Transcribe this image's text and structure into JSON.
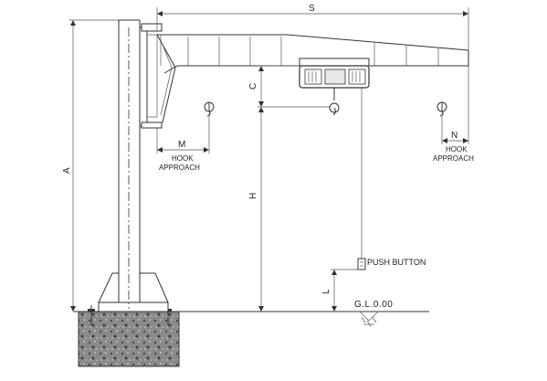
{
  "dimensions": {
    "s": "S",
    "a": "A",
    "c": "C",
    "h": "H",
    "m": "M",
    "n": "N",
    "l": "L"
  },
  "labels": {
    "hook_approach_left": [
      "HOOK",
      "APPROACH"
    ],
    "hook_approach_right": [
      "HOOK",
      "APPROACH"
    ],
    "push_button": "PUSH BUTTON",
    "ground_level": "G.L.0.00"
  },
  "icons": {
    "hook": "hook-icon",
    "hoist": "hoist-trolley-icon",
    "ground": "ground-hatch-icon",
    "foundation": "concrete-foundation-icon"
  }
}
